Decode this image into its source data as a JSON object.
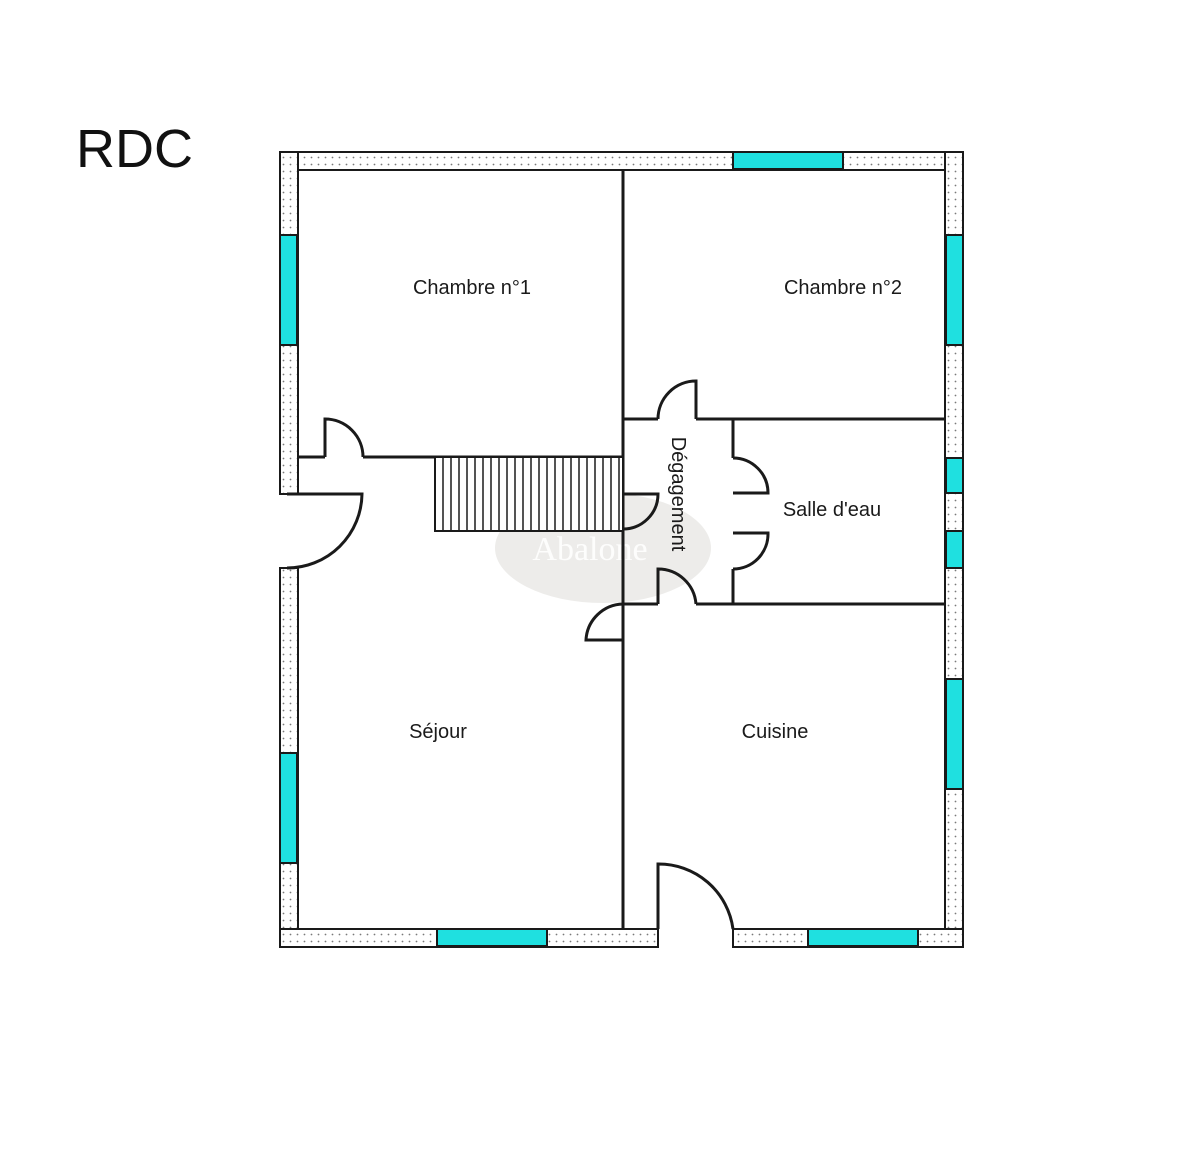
{
  "floor": {
    "title": "RDC"
  },
  "rooms": {
    "chambre1": "Chambre n°1",
    "chambre2": "Chambre n°2",
    "degagement": "Dégagement",
    "salle_eau": "Salle d'eau",
    "sejour": "Séjour",
    "cuisine": "Cuisine"
  },
  "watermark": "Abalone",
  "colors": {
    "window": "#1fe0e0",
    "wall": "#1a1a1a",
    "insulation_fill": "#ffffff",
    "insulation_dots": "#7a7a7a",
    "watermark": "#d8d4d0"
  }
}
